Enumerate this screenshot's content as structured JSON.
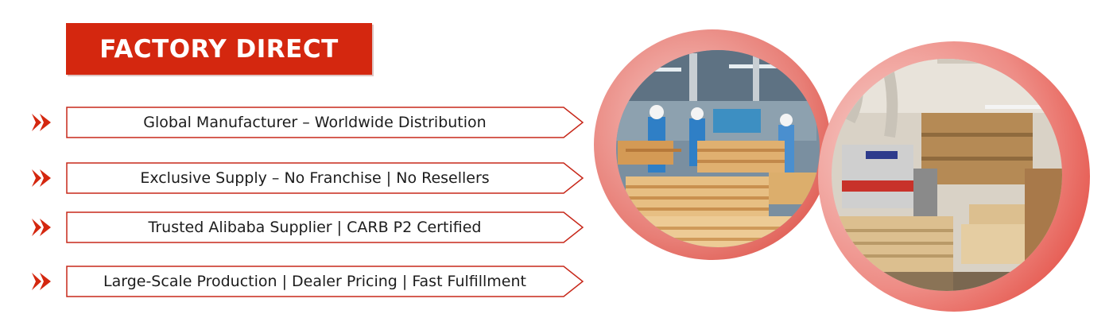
{
  "header": {
    "title": "FACTORY DIRECT"
  },
  "features": [
    {
      "label": "Global Manufacturer – Worldwide Distribution"
    },
    {
      "label": "Exclusive Supply – No Franchise | No Resellers"
    },
    {
      "label": "Trusted Alibaba Supplier | CARB P2 Certified"
    },
    {
      "label": "Large-Scale Production | Dealer Pricing | Fast Fulfillment"
    }
  ],
  "icons": {
    "bullet": "double-chevron-right-icon"
  },
  "colors": {
    "accent": "#d4270f",
    "outline": "#c7281a",
    "text": "#1c1c1c",
    "wood": "#d9a25a"
  }
}
